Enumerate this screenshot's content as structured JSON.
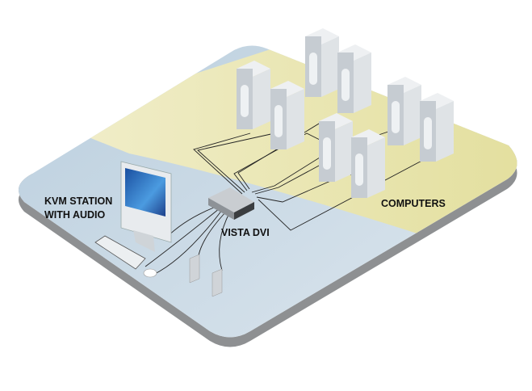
{
  "labels": {
    "station": [
      "KVM STATION",
      "WITH AUDIO"
    ],
    "switch": "VISTA DVI",
    "computers": "COMPUTERS"
  },
  "colors": {
    "station_zone": "#c5d6e3",
    "computer_zone": "#ebe7b4",
    "platform_edge": "#8e9092",
    "tower": "#d4d9de",
    "monitor_screen": "#2d6fc0"
  },
  "computer_count": 8
}
